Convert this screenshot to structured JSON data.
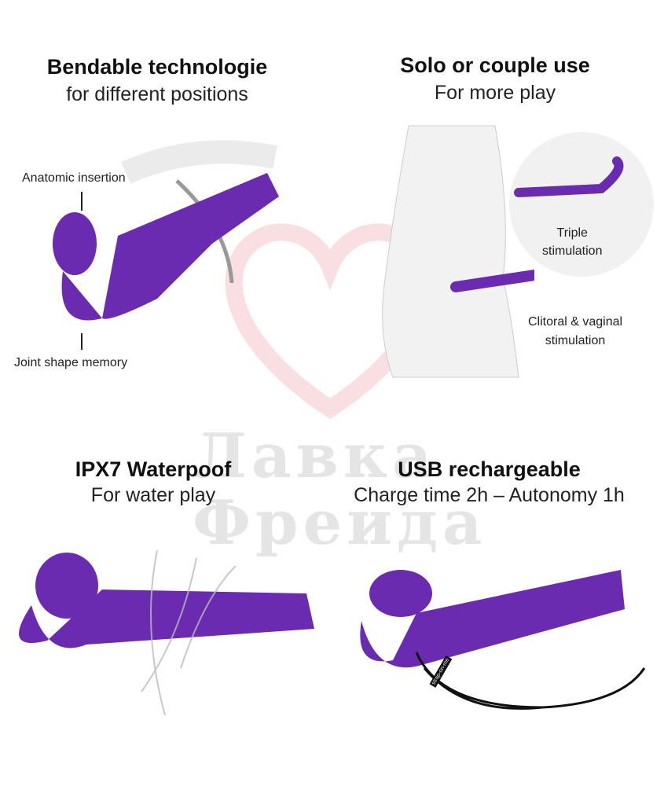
{
  "panels": {
    "bendable": {
      "title": "Bendable technologie",
      "subtitle": "for different positions",
      "labels": [
        "Anatomic insertion",
        "Joint shape memory"
      ]
    },
    "solo": {
      "title": "Solo or couple use",
      "subtitle": "For more play",
      "labels": [
        "Triple\nstimulation",
        "Clitoral & vaginal\nstimulation"
      ]
    },
    "waterproof": {
      "title": "IPX7 Waterpoof",
      "subtitle": "For water play"
    },
    "usb": {
      "title": "USB rechargeable",
      "subtitle": "Charge time 2h – Autonomy 1h",
      "cable_label": "strap-on-me"
    }
  },
  "watermark": {
    "line1": "Лавка",
    "line2": "Фреида"
  },
  "colors": {
    "product": "#6a2bb0",
    "watermark_heart": "#f6c9cf"
  }
}
